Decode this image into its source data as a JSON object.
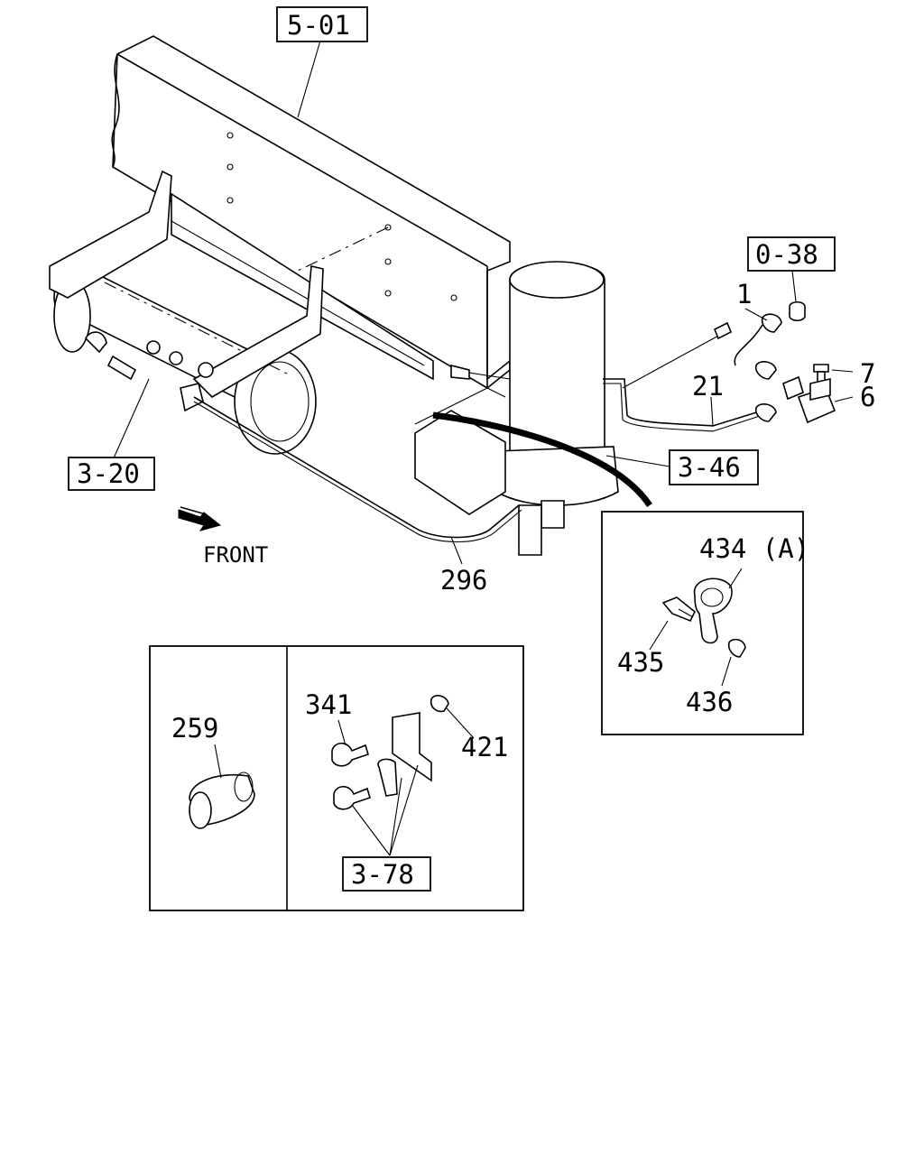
{
  "references": {
    "ref_5_01": "5-01",
    "ref_0_38": "0-38",
    "ref_3_20": "3-20",
    "ref_3_46": "3-46",
    "ref_3_78": "3-78"
  },
  "callouts": {
    "part_1": "1",
    "part_7": "7",
    "part_21": "21",
    "part_6": "6",
    "part_296": "296",
    "part_434a": "434 (A)",
    "part_435": "435",
    "part_436": "436",
    "part_259": "259",
    "part_341": "341",
    "part_421": "421"
  },
  "direction": {
    "front_label": "FRONT"
  }
}
